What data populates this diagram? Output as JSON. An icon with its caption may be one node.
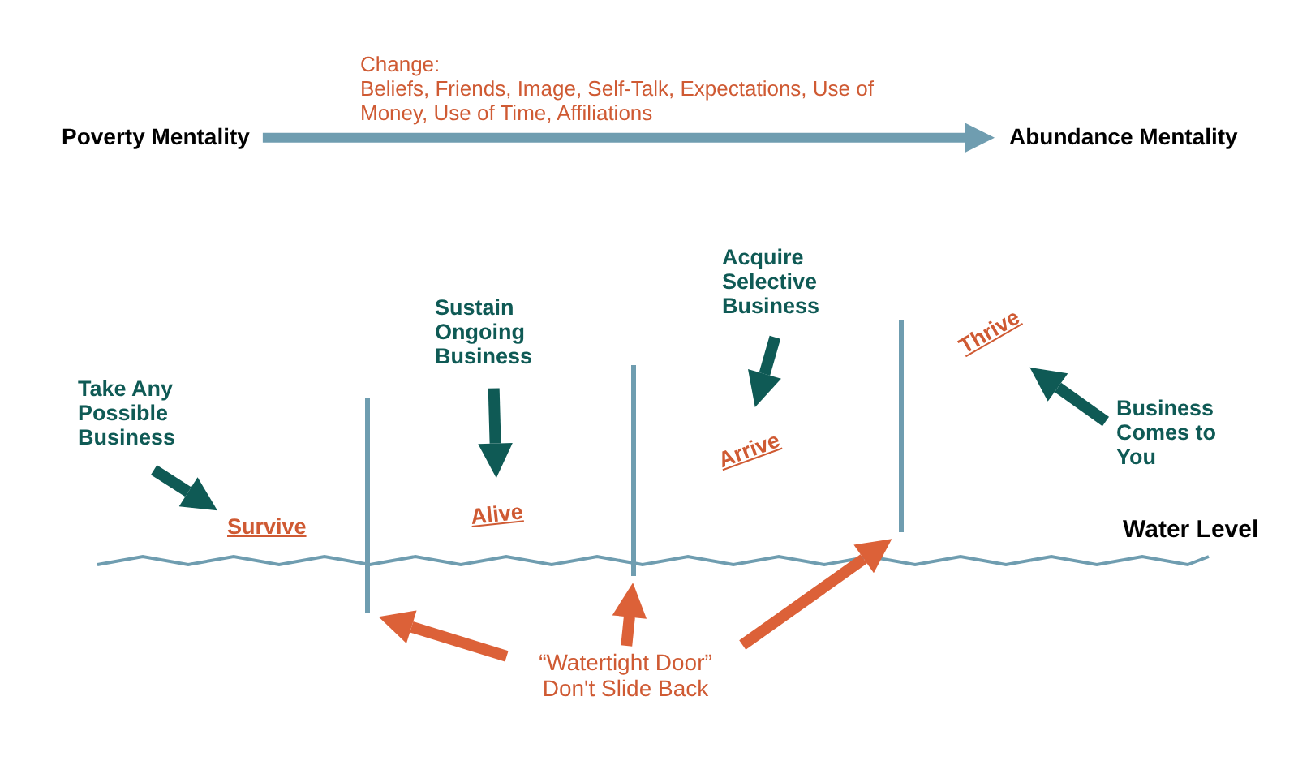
{
  "diagram": {
    "nodes": [
      {
        "text": [
          "Poverty Mentality"
        ]
      },
      {
        "text": [
          "Abundance Mentality"
        ]
      },
      {
        "text": [
          "Take Any Possible Business"
        ]
      },
      {
        "text": [
          "Survive"
        ]
      },
      {
        "text": [
          "Sustain Ongoing Business"
        ]
      },
      {
        "text": [
          "Alive"
        ]
      },
      {
        "text": [
          "Acquire Selective Business"
        ]
      },
      {
        "text": [
          "Arrive"
        ]
      },
      {
        "text": [
          "Business Comes to You"
        ]
      },
      {
        "text": [
          "Thrive"
        ]
      },
      {
        "text": [
          "“Watertight Door” Don't Slide Back"
        ]
      },
      {
        "text": [],
        "shape": "bar"
      },
      {
        "text": [],
        "shape": "bar"
      },
      {
        "text": [],
        "shape": "bar"
      }
    ],
    "edges": [
      {
        "from": 0,
        "to": 1,
        "arrow": "to",
        "label": "Change:",
        "color": "#6f9db0"
      },
      {
        "from": 2,
        "to": 3,
        "arrow": "to"
      },
      {
        "from": 4,
        "to": 5,
        "arrow": "to"
      },
      {
        "from": 6,
        "to": 7,
        "arrow": "to"
      },
      {
        "from": 8,
        "to": 9,
        "arrow": "to"
      },
      {
        "from": 10,
        "to": 11,
        "arrow": "to",
        "color": "#dc6138"
      },
      {
        "from": 10,
        "to": 12,
        "arrow": "to",
        "color": "#dc6138"
      },
      {
        "from": 10,
        "to": 13,
        "arrow": "to",
        "color": "#dc6138"
      }
    ],
    "labels": [
      "Beliefs, Friends, Image, Self-Talk, Expectations, Use of Money, Use of Time, Affiliations",
      "Water Level"
    ]
  }
}
